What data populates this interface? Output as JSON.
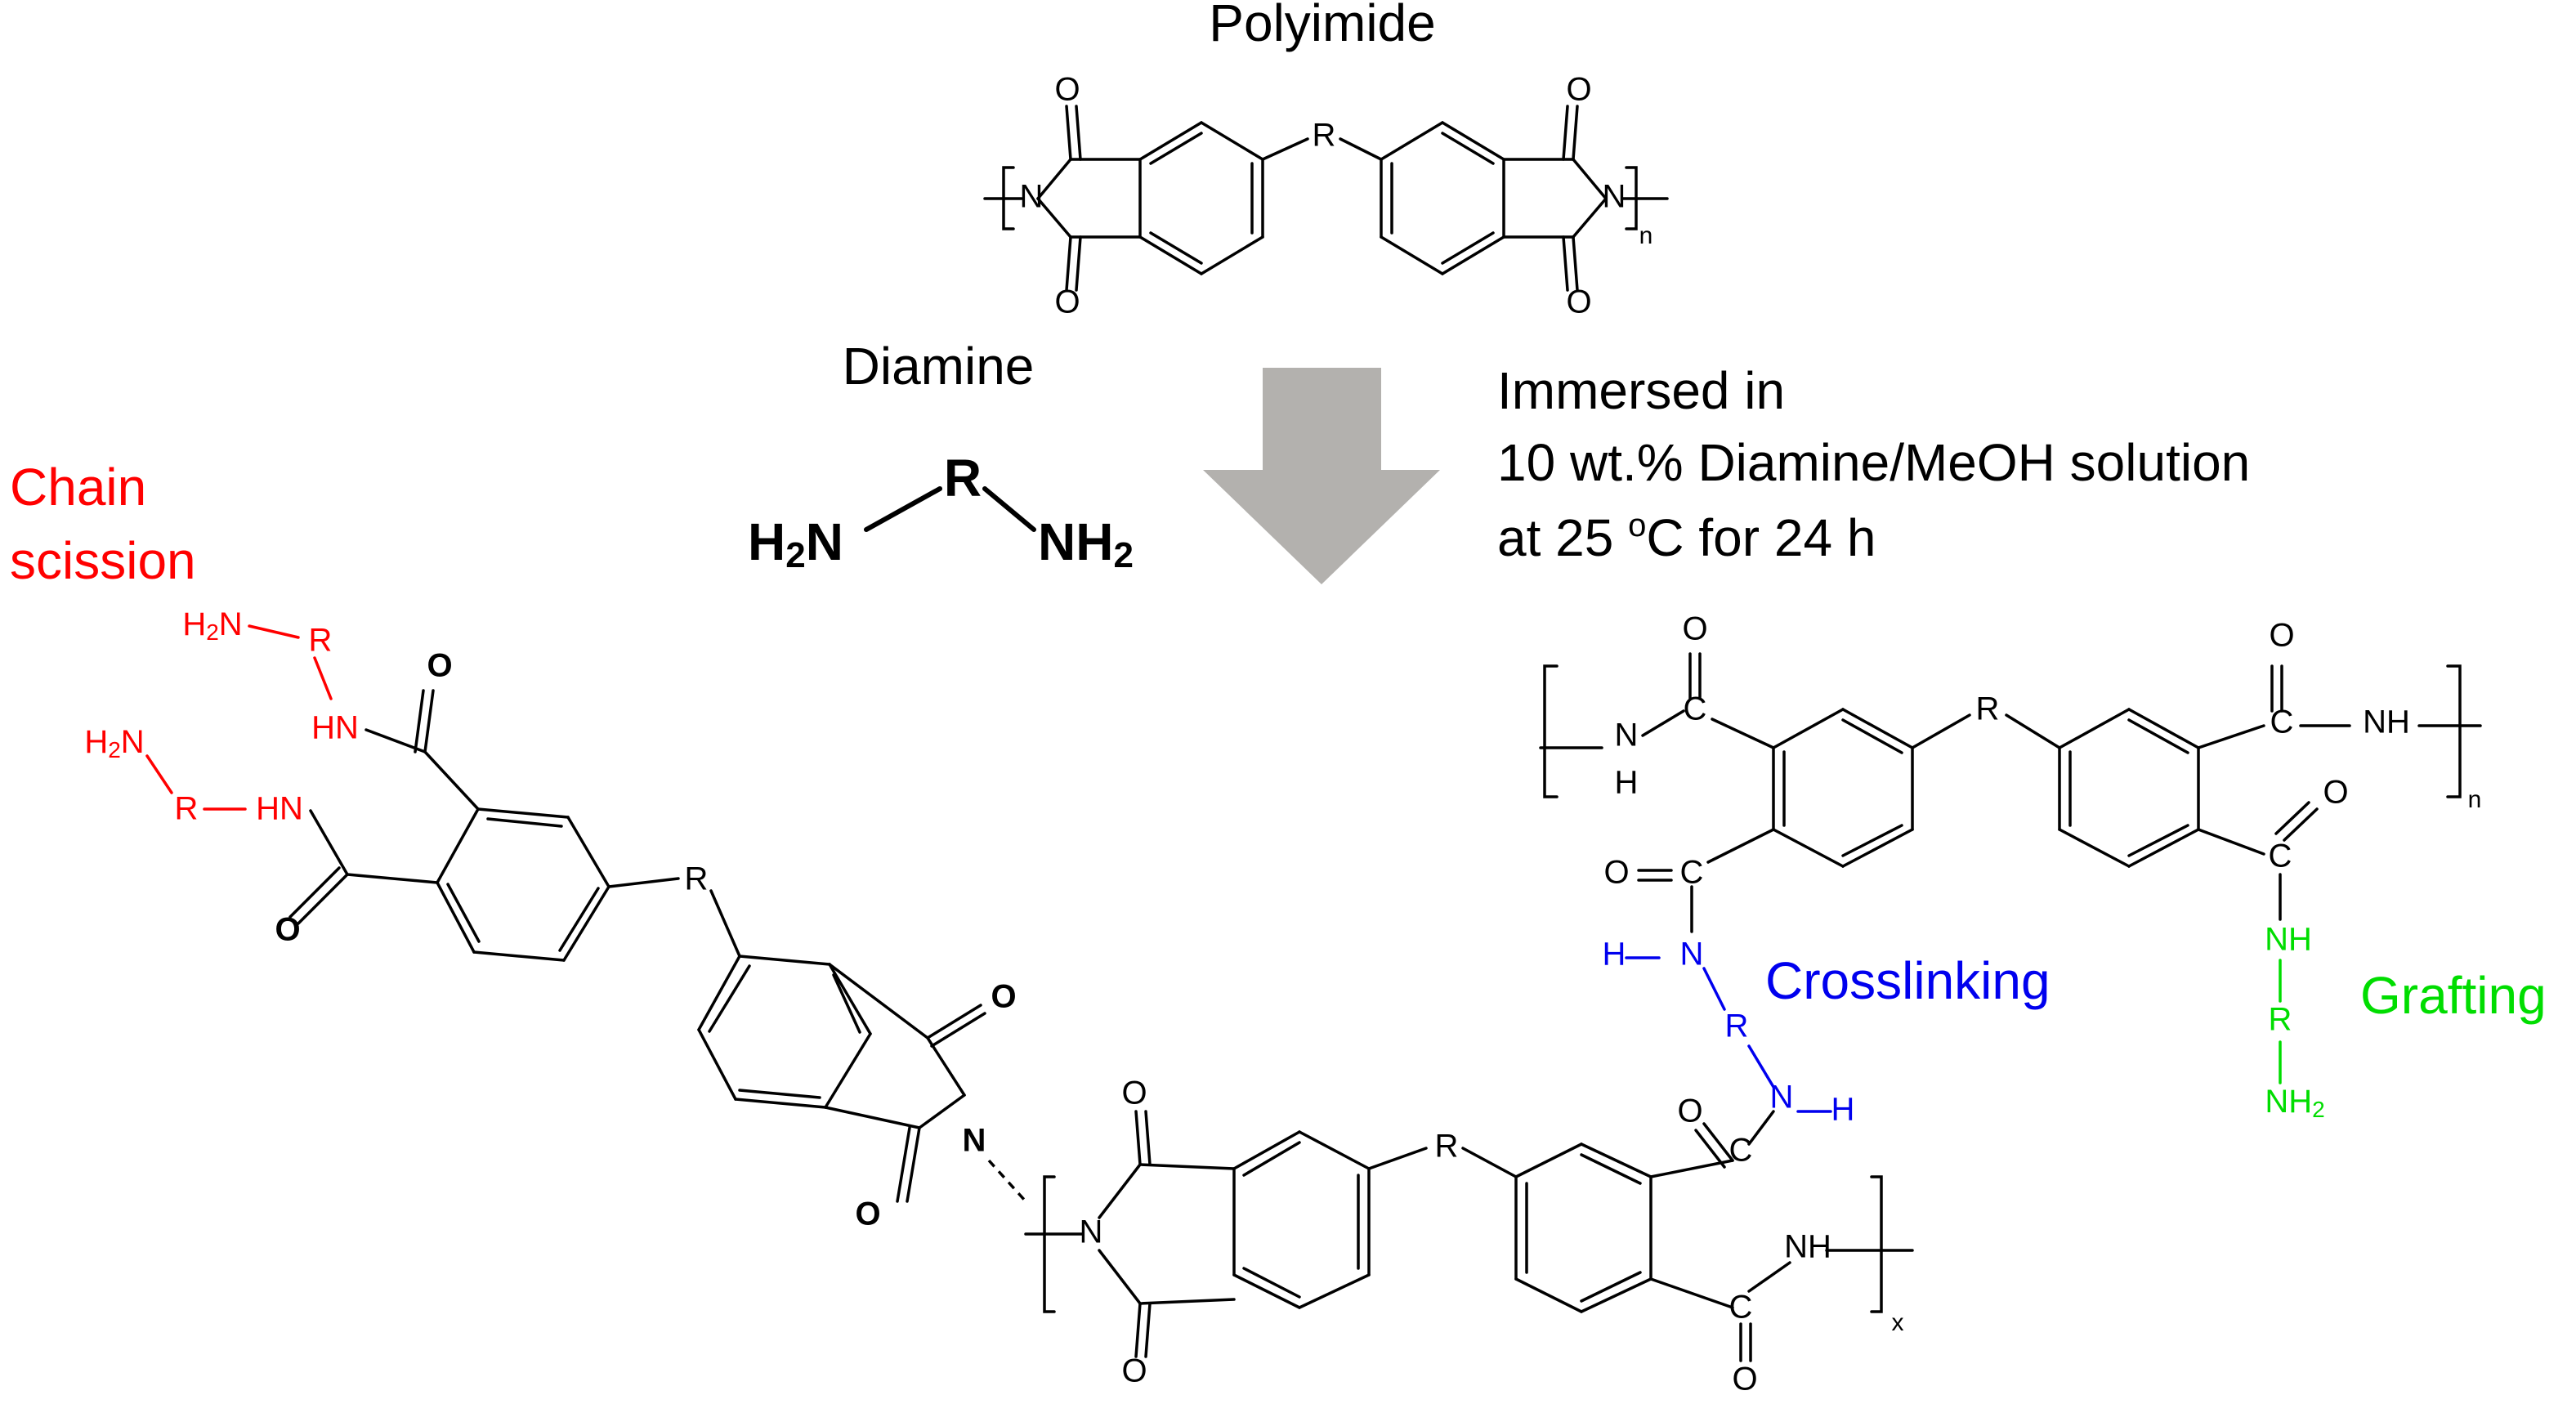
{
  "title": "Polyimide",
  "reagent": {
    "label": "Diamine",
    "r": "R",
    "h2n": "H",
    "h2n_sub": "2",
    "h2n_n": "N",
    "nh2_n": "NH",
    "nh2_sub": "2"
  },
  "conditions": {
    "line1": "Immersed in",
    "line2": "10 wt.% Diamine/MeOH solution",
    "line3_a": "at 25 ",
    "line3_sup": "o",
    "line3_b": "C for 24 h"
  },
  "mechanisms": {
    "chain_scission_1": "Chain",
    "chain_scission_2": "scission",
    "crosslinking": "Crosslinking",
    "grafting": "Grafting"
  },
  "atoms": {
    "O": "O",
    "N": "N",
    "R": "R",
    "C": "C",
    "H": "H",
    "NH": "NH",
    "HN": "HN",
    "H2N_H": "H",
    "H2N_2": "2",
    "H2N_N": "N",
    "NH2_NH": "NH",
    "NH2_2": "2",
    "sub_n": "n",
    "sub_x": "x"
  },
  "colors": {
    "chain_scission": "#ff0000",
    "crosslinking": "#0000ee",
    "grafting": "#00dd00",
    "arrow": "#b3b1ae",
    "default": "#000000"
  }
}
